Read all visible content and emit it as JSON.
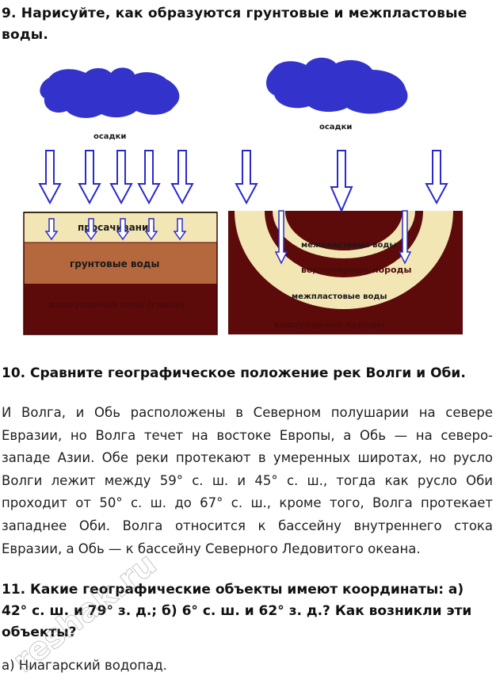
{
  "q9": {
    "title": "9. Нарисуйте, как образуются грунтовые и межпластовые воды."
  },
  "diagram_left": {
    "precip_label": "осадки",
    "seep_label": "просачивание",
    "ground_label": "грунтовые воды",
    "aquitard_label": "водоупорный слой (глина)"
  },
  "diagram_right": {
    "precip_label": "осадки",
    "inter_top_label": "межпластовые воды",
    "mid_label": "водоупорные породы",
    "inter_bottom_label": "межпластовые воды",
    "aquitard_label": "водоупорные породы"
  },
  "q10": {
    "title": "10. Сравните географическое положение рек Волги и Оби.",
    "answer": "И Волга, и Обь расположены в Северном полушарии на севере Евразии, но Волга течет на востоке Европы, а Обь — на северо-западе Азии. Обе реки протекают в умеренных широтах, но русло Волги лежит между 59° с. ш. и 45° с. ш., тогда как русло Оби проходит от 50° с. ш. до 67° с. ш., кроме того, Волга протекает западнее Оби. Волга относится к бассейну внутреннего стока Евразии, а Обь — к бассейну Северного Ледовитого океана."
  },
  "q11": {
    "title": "11. Какие географические объекты имеют координаты: а) 42° с. ш. и 79° з. д.; б) 6° с. ш. и 62° з. д.? Как возникли эти объекты?",
    "answer": "а) Ниагарский водопад."
  },
  "watermark": "reshak.ru",
  "colors": {
    "cloud": "#3333cc",
    "arrow": "#2a2acc",
    "sand": "#f3e6b5",
    "ground": "#b5683e",
    "aquitard": "#5c0a0a",
    "grass": "#33aa33"
  }
}
